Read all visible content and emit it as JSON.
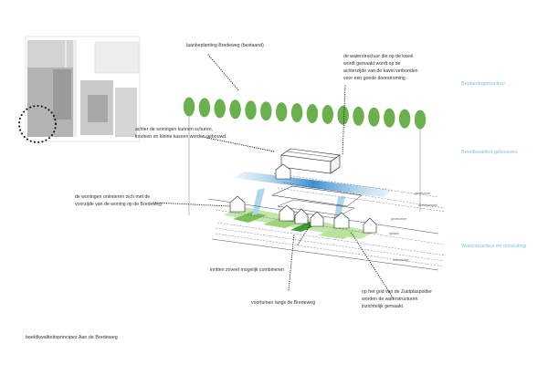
{
  "labels": {
    "planting": "laanbeplanting Bredeweg (bestaand)",
    "water_line1": "de waterstructuur die op de kavel",
    "water_line2": "wordt gemaakt wordt op de",
    "water_line3": "achterzijde van de kavel verbonden",
    "water_line4": "voor een goede doorstroming",
    "back_line1": "achter de woningen kunnen schuren,",
    "back_line2": "loodsen en kleine kassen worden gebouwd.",
    "orient_line1": "de woningen oriënteren zich met de",
    "orient_line2": "voorzijde van de woning op de Bredeweg",
    "entrances": "inritten zoveel mogelijk combineren",
    "gardens": "voortuinen langs de Bredeweg",
    "grid_line1": "op het grid van de Zuidplaspolder",
    "grid_line2": "worden de waterstructuren",
    "grid_line3": "inzichtelijk gemaakt"
  },
  "categories": {
    "planting": "Beplantingstructuur",
    "buildings": "Beeldkwaliteit gebouwen",
    "water": "Waterstructuur en ontsluiting"
  },
  "road_labels": [
    "groenzone",
    "sloot/greppel",
    "groenzone",
    "rijbaan",
    "bebouwing"
  ],
  "caption": "beeldkwaliteitsprincipes Aan de Bredeweg",
  "trees": {
    "count": 16
  },
  "colors": {
    "tree": "#6ab04c",
    "water": "#3a8fd0",
    "grass": "#9fd47a",
    "category_text": "#7fc2dc"
  }
}
